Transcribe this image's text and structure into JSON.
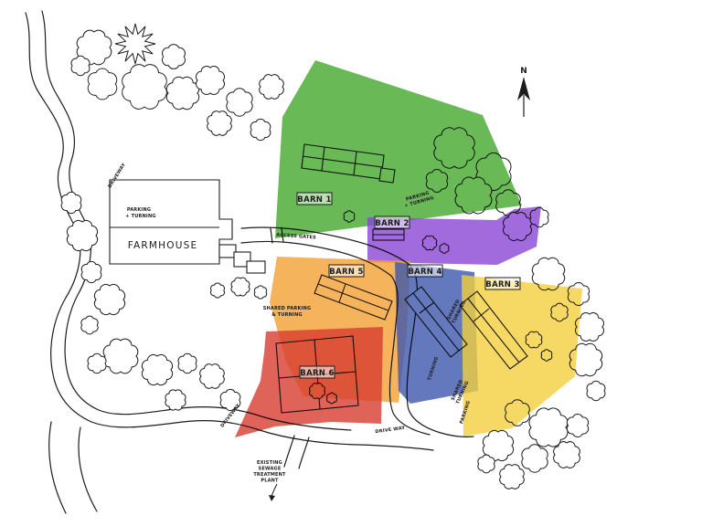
{
  "map": {
    "compass_label": "N",
    "farmhouse_label": "FARMHOUSE",
    "zones": {
      "barn1": {
        "label": "BARN 1",
        "color": "#44a82d"
      },
      "barn2": {
        "label": "BARN 2",
        "color": "#8a46d4"
      },
      "barn3": {
        "label": "BARN 3",
        "color": "#f3cf3d"
      },
      "barn4": {
        "label": "BARN 4",
        "color": "#3d57ad"
      },
      "barn5": {
        "label": "BARN 5",
        "color": "#f3a032"
      },
      "barn6": {
        "label": "BARN 6",
        "color": "#d83c30"
      }
    },
    "annotations": {
      "farmhouse_parking_l1": "PARKING",
      "farmhouse_parking_l2": "+ TURNING",
      "driveway_upper": "DRIVEWAY",
      "access_gates": "ACCESS GATES",
      "barn1_parking_l1": "PARKING",
      "barn1_parking_l2": "+ TURNING",
      "shared_parking_l1": "SHARED PARKING",
      "shared_parking_l2": "& TURNING",
      "barn4_shared_l1": "SHARED",
      "barn4_shared_l2": "TURNING",
      "barn4_turning": "TURNING",
      "barn3_shared_l1": "SHARED",
      "barn3_shared_l2": "TURNING",
      "barn3_parking": "PARKING",
      "driveway_lower": "DRIVEWAY",
      "drive_way": "DRIVE WAY",
      "sewage_l1": "EXISTING",
      "sewage_l2": "SEWAGE",
      "sewage_l3": "TREATMENT",
      "sewage_l4": "PLANT"
    }
  }
}
